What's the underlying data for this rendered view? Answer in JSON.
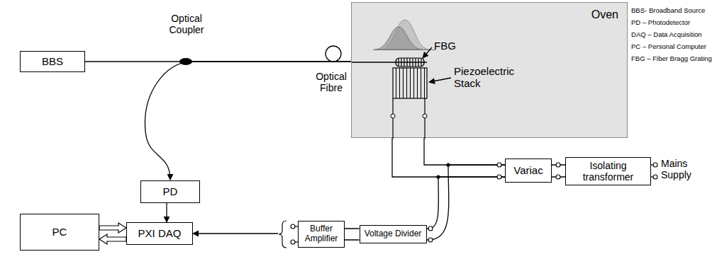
{
  "diagram": {
    "nodes": [
      {
        "text": [
          "BBS"
        ]
      },
      {
        "text": [
          "Oven"
        ]
      },
      {
        "text": [
          "PD"
        ]
      },
      {
        "text": [
          "Variac"
        ]
      },
      {
        "text": [
          "Isolating transformer"
        ]
      },
      {
        "text": [
          "PC"
        ]
      },
      {
        "text": [
          "PXI DAQ"
        ]
      },
      {
        "text": [
          "Buffer Amplifier"
        ]
      },
      {
        "text": [
          "Voltage Divider"
        ]
      }
    ],
    "edges": [
      {
        "from": 0,
        "to": 1,
        "arrow": "none"
      },
      {
        "from": 1,
        "to": 2,
        "arrow": "to"
      },
      {
        "from": 2,
        "to": 6,
        "arrow": "to"
      },
      {
        "from": 5,
        "to": 6,
        "arrow": "to"
      },
      {
        "from": 6,
        "to": 5,
        "arrow": "to"
      },
      {
        "from": 4,
        "to": 3,
        "arrow": "none"
      },
      {
        "from": 3,
        "to": 1,
        "arrow": "none"
      },
      {
        "from": 8,
        "to": 3,
        "arrow": "none"
      },
      {
        "from": 8,
        "to": 7,
        "arrow": "none"
      },
      {
        "from": 7,
        "to": 6,
        "arrow": "to"
      }
    ],
    "labels": [
      "Optical Coupler",
      "Optical Fibre",
      "FBG",
      "Piezoelectric Stack",
      "Mains Supply",
      "BBS- Broadband Source",
      "PD – Photodetector",
      "DAQ – Data Acquisition",
      "PC – Personal Computer",
      "FBG – Fiber Bragg Grating"
    ]
  }
}
